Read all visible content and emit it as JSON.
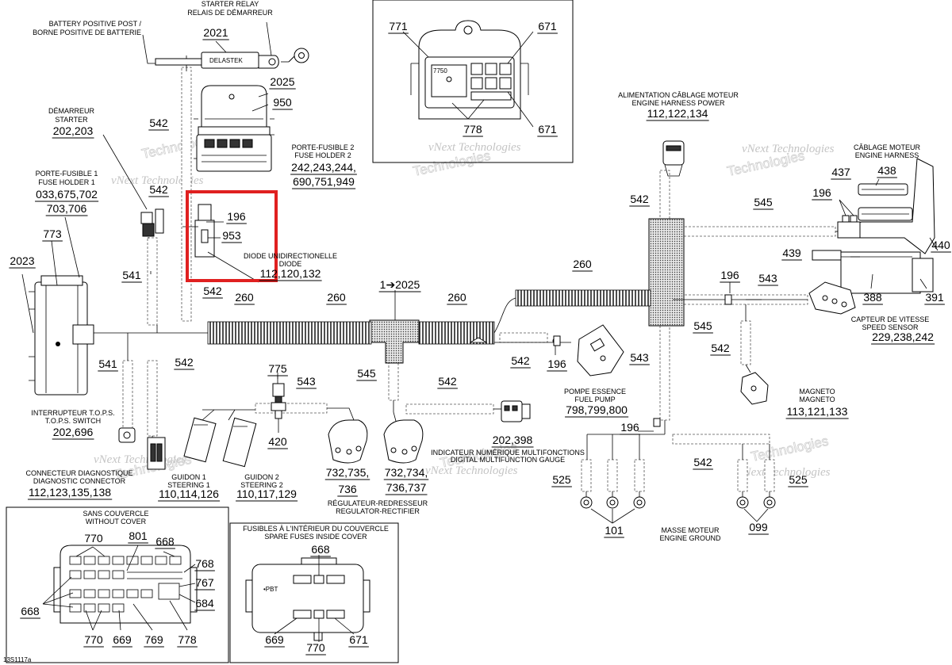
{
  "footer_code": "13S1117a",
  "highlight_color": "#e02020",
  "watermark": {
    "line1": "vNext Technologies",
    "line2": "Technologies"
  },
  "captions": {
    "battery_post": [
      "BATTERY POSITIVE POST /",
      "BORNE POSITIVE DE BATTERIE"
    ],
    "starter_relay": [
      "STARTER RELAY",
      "RELAIS DE DÉMARREUR"
    ],
    "starter": [
      "DÉMARREUR",
      "STARTER"
    ],
    "fuse_holder_1": [
      "PORTE-FUSIBLE 1",
      "FUSE HOLDER 1"
    ],
    "fuse_holder_2": [
      "PORTE-FUSIBLE 2",
      "FUSE HOLDER 2"
    ],
    "diode": [
      "DIODE UNIDIRECTIONELLE",
      "DIODE"
    ],
    "engine_harness_power": [
      "ALIMENTATION CÂBLAGE MOTEUR",
      "ENGINE HARNESS POWER"
    ],
    "engine_harness": [
      "CÂBLAGE MOTEUR",
      "ENGINE HARNESS"
    ],
    "speed_sensor": [
      "CAPTEUR DE VITESSE",
      "SPEED SENSOR"
    ],
    "magneto": [
      "MAGNETO",
      "MAGNETO"
    ],
    "fuel_pump": [
      "POMPE ESSENCE",
      "FUEL PUMP"
    ],
    "tops_switch": [
      "INTERRUPTEUR T.O.P.S.",
      "T.O.P.S. SWITCH"
    ],
    "diag_connector": [
      "CONNECTEUR DIAGNOSTIQUE",
      "DIAGNOSTIC CONNECTOR"
    ],
    "steering_1": [
      "GUIDON 1",
      "STEERING 1"
    ],
    "steering_2": [
      "GUIDON 2",
      "STEERING 2"
    ],
    "regulator": [
      "RÉGULATEUR-REDRESSEUR",
      "REGULATOR-RECTIFIER"
    ],
    "gauge": [
      "INDICATEUR NUMÉRIQUE MULTIFONCTIONS",
      "DIGITAL MULTIFUNCTION GAUGE"
    ],
    "engine_ground": [
      "MASSE MOTEUR",
      "ENGINE GROUND"
    ],
    "without_cover": [
      "SANS COUVERCLE",
      "WITHOUT COVER"
    ],
    "spare_fuses": [
      "FUSIBLES À L'INTÉRIEUR DU COUVERCLE",
      "SPARE FUSES INSIDE COVER"
    ]
  },
  "callouts": {
    "c2021": "2021",
    "c2025": "2025",
    "c950": "950",
    "c542a": "542",
    "c202_203": "202,203",
    "c242_244": "242,243,244,",
    "c690_949": "690,751,949",
    "c542b": "542",
    "c196a": "196",
    "c953": "953",
    "c112_132": "112,120,132",
    "c033": "033,675,702",
    "c703": "703,706",
    "c773": "773",
    "c2023": "2023",
    "c541a": "541",
    "c542c": "542",
    "c260a": "260",
    "c260b": "260",
    "c260c": "260",
    "c1_2025": "1➔2025",
    "c541b": "541",
    "c542d": "542",
    "c202_696": "202,696",
    "c775": "775",
    "c543a": "543",
    "c420": "420",
    "c545a": "545",
    "c542e": "542",
    "c202_398": "202,398",
    "c732_736a": "732,735,",
    "c736a": "736",
    "c732_734": "732,734,",
    "c736_737": "736,737",
    "c112_138": "112,123,135,138",
    "c110_126": "110,114,126",
    "c110_129": "110,117,129",
    "c771": "771",
    "c671a": "671",
    "c778a": "778",
    "c671b": "671",
    "c112_134": "112,122,134",
    "c542f": "542",
    "c545b": "545",
    "c437": "437",
    "c438": "438",
    "c196b": "196",
    "c440": "440",
    "c439": "439",
    "c260d": "260",
    "c196c": "196",
    "c543b": "543",
    "c388": "388",
    "c391": "391",
    "c545c": "545",
    "c229_242": "229,238,242",
    "c542g": "542",
    "c542h": "542",
    "c196d": "196",
    "c798_800": "798,799,800",
    "c543c": "543",
    "c113_133": "113,121,133",
    "c196e": "196",
    "c542i": "542",
    "c525a": "525",
    "c525b": "525",
    "c101": "101",
    "c099": "099",
    "c770a": "770",
    "c801": "801",
    "c668a": "668",
    "c768": "768",
    "c767": "767",
    "c684": "684",
    "c668b": "668",
    "c770b": "770",
    "c669a": "669",
    "c769": "769",
    "c778b": "778",
    "c668c": "668",
    "c669b": "669",
    "c770c": "770",
    "c671c": "671"
  }
}
